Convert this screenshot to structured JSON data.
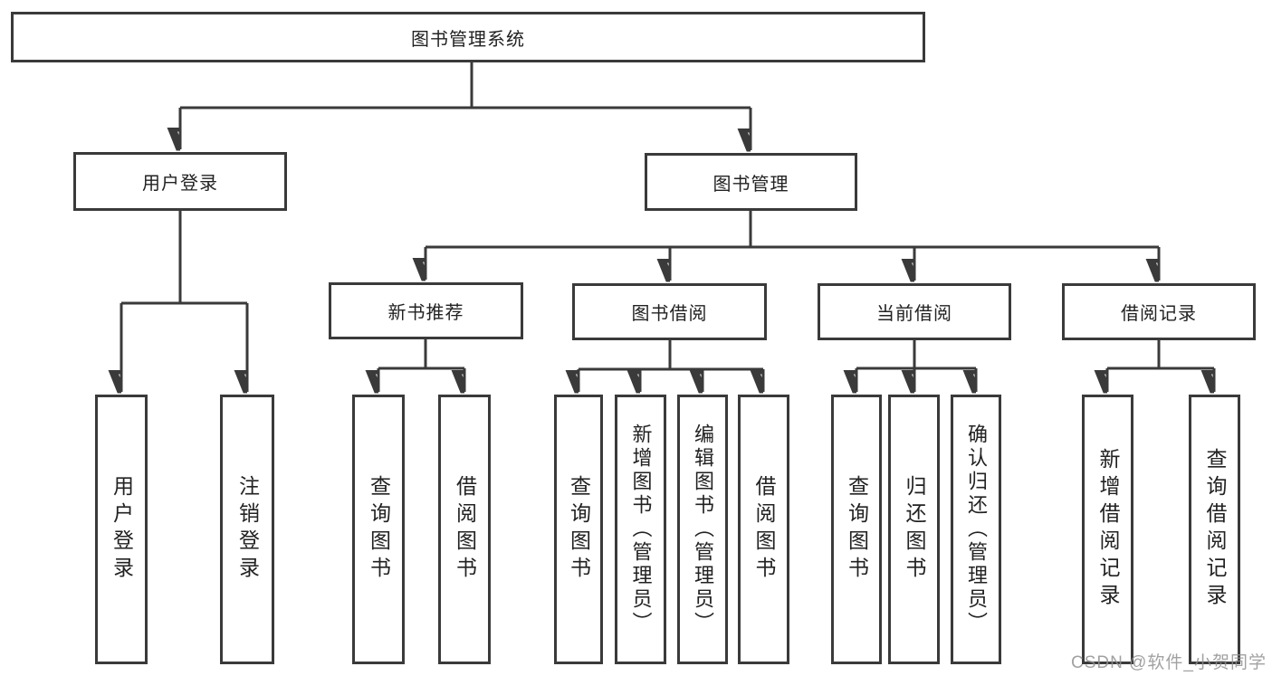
{
  "diagram": {
    "root": {
      "label": "图书管理系统"
    },
    "level2": {
      "user_login": {
        "label": "用户登录"
      },
      "book_mgmt": {
        "label": "图书管理"
      }
    },
    "user_login_children": [
      {
        "label": "用户登录"
      },
      {
        "label": "注销登录"
      }
    ],
    "groups": [
      {
        "label": "新书推荐",
        "children": [
          {
            "label": "查询图书"
          },
          {
            "label": "借阅图书"
          }
        ]
      },
      {
        "label": "图书借阅",
        "children": [
          {
            "label": "查询图书"
          },
          {
            "label": "新增图书（管理员）"
          },
          {
            "label": "编辑图书（管理员）"
          },
          {
            "label": "借阅图书"
          }
        ]
      },
      {
        "label": "当前借阅",
        "children": [
          {
            "label": "查询图书"
          },
          {
            "label": "归还图书"
          },
          {
            "label": "确认归还（管理员）"
          }
        ]
      },
      {
        "label": "借阅记录",
        "children": [
          {
            "label": "新增借阅记录"
          },
          {
            "label": "查询借阅记录"
          }
        ]
      }
    ],
    "watermark": "CSDN @软件_小贺同学",
    "colors": {
      "line": "#3a3a3a",
      "text": "#222222",
      "watermark": "#919191",
      "background": "#ffffff"
    }
  }
}
